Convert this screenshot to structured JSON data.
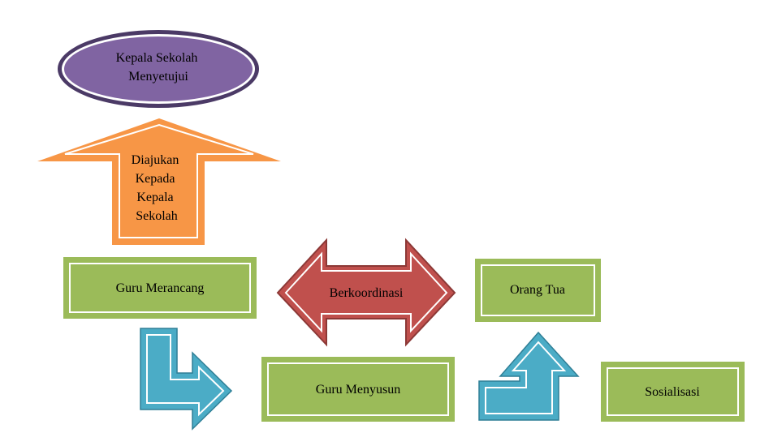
{
  "nodes": {
    "principal": {
      "lines": [
        "Kepala Sekolah",
        "Menyetujui"
      ]
    },
    "submitted": {
      "lines": [
        "Diajukan",
        "Kepada",
        "Kepala",
        "Sekolah"
      ]
    },
    "teacher_plans": {
      "label": "Guru Merancang"
    },
    "coordinate": {
      "label": "Berkoordinasi"
    },
    "parents": {
      "label": "Orang Tua"
    },
    "teacher_compiles": {
      "label": "Guru Menyusun"
    },
    "socialization": {
      "label": "Sosialisasi"
    }
  },
  "colors": {
    "purple_fill": "#8064a2",
    "purple_border": "#4b3a66",
    "orange_fill": "#f79646",
    "green_fill": "#9bbb59",
    "red_fill": "#c0504d",
    "red_border": "#8c3836",
    "teal_fill": "#4bacc6",
    "teal_border": "#2f7f96"
  }
}
